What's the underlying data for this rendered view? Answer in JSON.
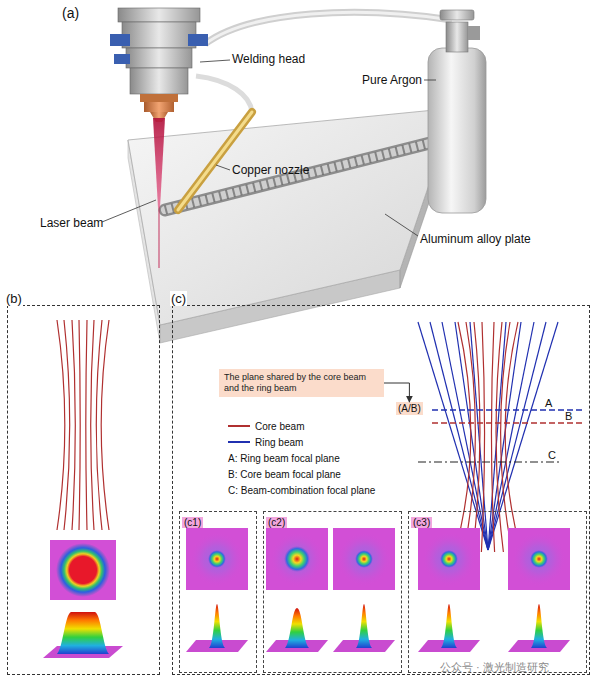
{
  "diagram": {
    "nodes": [
      {
        "text": [
          "(b)"
        ]
      },
      {
        "text": [
          "(c)"
        ]
      },
      {
        "text": [
          "The plane shared by the core beam and the ring beam"
        ],
        "in": 1
      },
      {
        "text": [
          "(A/B)"
        ],
        "in": 1
      },
      {
        "text": [
          "(c1)"
        ],
        "in": 1
      },
      {
        "text": [
          "(c2)"
        ],
        "in": 1
      },
      {
        "text": [
          "(c3)"
        ],
        "in": 1
      }
    ],
    "edges": [
      {
        "from": 2,
        "to": 3,
        "arrow": "to"
      }
    ],
    "labels": [
      "(a)",
      "Welding head",
      "Pure Argon",
      "Copper nozzle",
      "Laser beam",
      "Aluminum alloy plate",
      "A",
      "B",
      "C",
      "公众号 · 激光制造研究"
    ],
    "legend": [
      {
        "text": "Core beam"
      },
      {
        "text": "Ring beam"
      },
      {
        "text": "A: Ring beam focal plane"
      },
      {
        "text": "B: Core beam focal plane"
      },
      {
        "text": "C: Beam-combination focal plane"
      }
    ]
  }
}
